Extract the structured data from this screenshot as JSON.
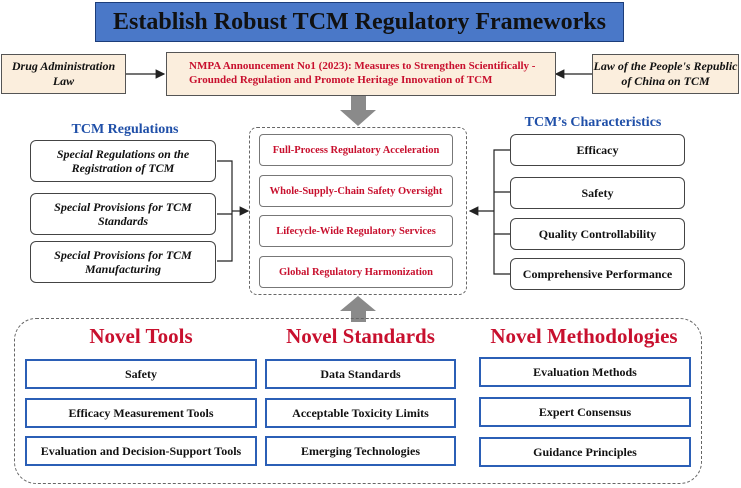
{
  "title": "Establish Robust TCM Regulatory Frameworks",
  "top_row": {
    "left": "Drug Administration Law",
    "center": "NMPA Announcement No1 (2023): Measures to Strengthen Scientifically -Grounded Regulation and Promote Heritage Innovation of TCM",
    "right": "Law of the People's Republic of China on TCM"
  },
  "regulations": {
    "heading": "TCM Regulations",
    "items": [
      "Special Regulations on the Registration of TCM",
      "Special Provisions for TCM Standards",
      "Special Provisions for TCM Manufacturing"
    ]
  },
  "center_items": [
    "Full-Process Regulatory Acceleration",
    "Whole-Supply-Chain Safety Oversight",
    "Lifecycle-Wide Regulatory Services",
    "Global Regulatory Harmonization"
  ],
  "characteristics": {
    "heading": "TCM’s Characteristics",
    "items": [
      "Efficacy",
      "Safety",
      "Quality Controllability",
      "Comprehensive Performance"
    ]
  },
  "novel": [
    {
      "title": "Novel Tools",
      "items": [
        "Safety",
        "Efficacy Measurement Tools",
        "Evaluation and Decision-Support Tools"
      ]
    },
    {
      "title": "Novel Standards",
      "items": [
        "Data Standards",
        "Acceptable Toxicity Limits",
        "Emerging Technologies"
      ]
    },
    {
      "title": "Novel Methodologies",
      "items": [
        "Evaluation Methods",
        "Expert Consensus",
        "Guidance Principles"
      ]
    }
  ],
  "colors": {
    "title_bg": "#4a78c8",
    "accent_red": "#c8102e",
    "heading_blue": "#1f4fa8",
    "box_tan": "#fbeedd",
    "box_border_blue": "#2b5fb6"
  }
}
